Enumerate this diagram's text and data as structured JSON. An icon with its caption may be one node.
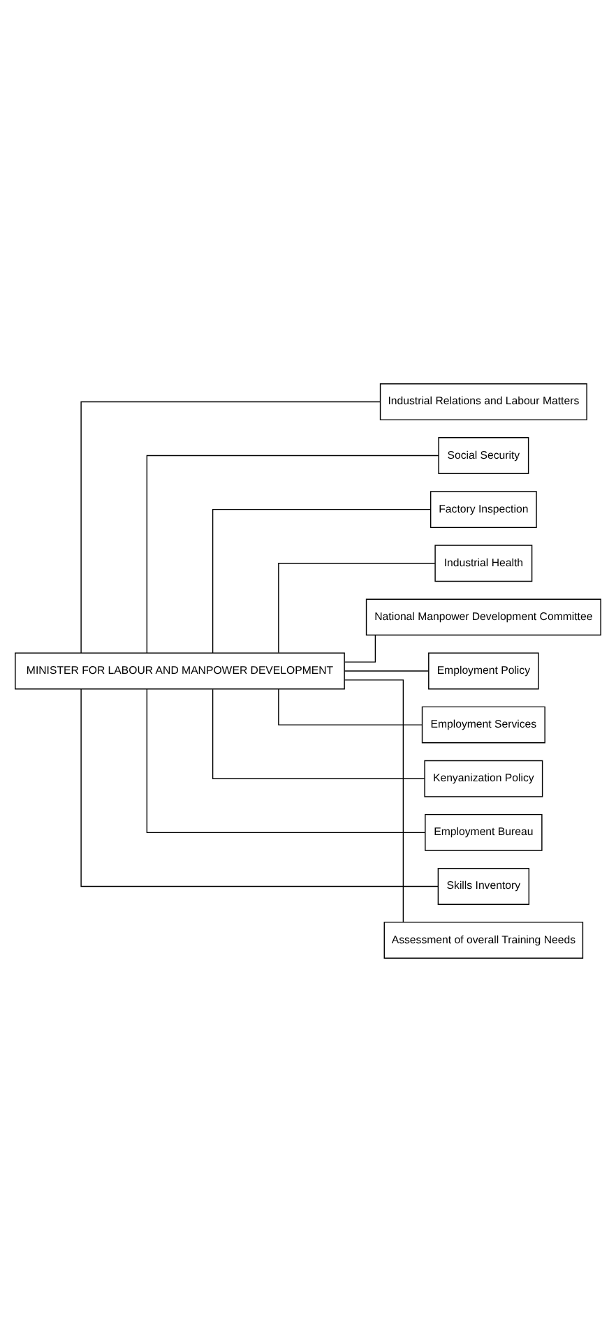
{
  "diagram": {
    "nodes": [
      {
        "text": [
          "MINISTER FOR LABOUR AND MANPOWER DEVELOPMENT"
        ]
      },
      {
        "text": [
          "Industrial Relations and Labour Matters"
        ]
      },
      {
        "text": [
          "Social Security"
        ]
      },
      {
        "text": [
          "Factory Inspection"
        ]
      },
      {
        "text": [
          "Industrial Health"
        ]
      },
      {
        "text": [
          "National Manpower Development Committee"
        ]
      },
      {
        "text": [
          "Employment Policy"
        ]
      },
      {
        "text": [
          "Employment Services"
        ]
      },
      {
        "text": [
          "Kenyanization Policy"
        ]
      },
      {
        "text": [
          "Employment Bureau"
        ]
      },
      {
        "text": [
          "Skills Inventory"
        ]
      },
      {
        "text": [
          "Assessment of overall Training Needs"
        ]
      }
    ],
    "edges": [
      {
        "from": 0,
        "to": 1,
        "arrow": "none"
      },
      {
        "from": 0,
        "to": 2,
        "arrow": "none"
      },
      {
        "from": 0,
        "to": 3,
        "arrow": "none"
      },
      {
        "from": 0,
        "to": 4,
        "arrow": "none"
      },
      {
        "from": 0,
        "to": 5,
        "arrow": "none"
      },
      {
        "from": 0,
        "to": 6,
        "arrow": "none"
      },
      {
        "from": 0,
        "to": 7,
        "arrow": "none"
      },
      {
        "from": 0,
        "to": 8,
        "arrow": "none"
      },
      {
        "from": 0,
        "to": 9,
        "arrow": "none"
      },
      {
        "from": 0,
        "to": 10,
        "arrow": "none"
      },
      {
        "from": 0,
        "to": 11,
        "arrow": "none"
      }
    ]
  }
}
